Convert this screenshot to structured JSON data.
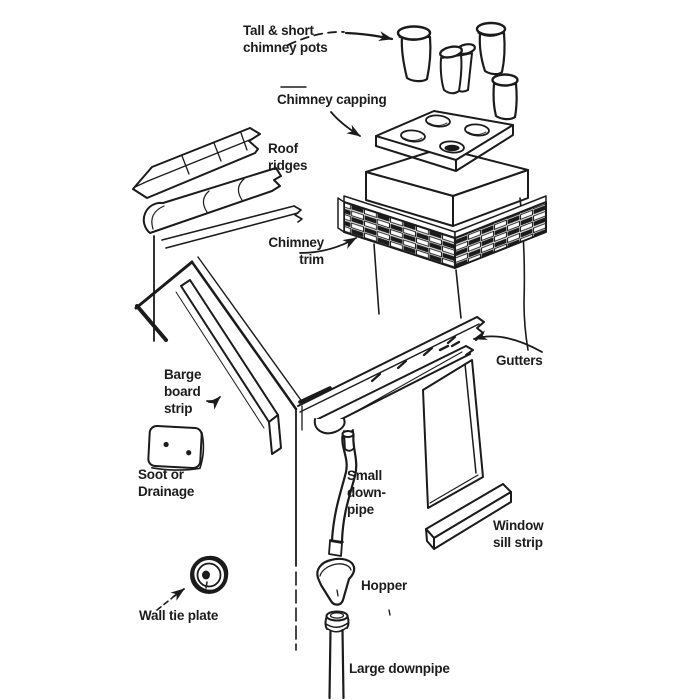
{
  "figure": {
    "labels": {
      "chimney_pots": "Tall & short\nchimney pots",
      "chimney_capping": "Chimney capping",
      "roof_ridges": "Roof\nridges",
      "chimney_trim": "Chimney\ntrim",
      "gutters": "Gutters",
      "barge_board": "Barge\nboard\nstrip",
      "soot": "Soot or\nDrainage",
      "small_downpipe": "Small\ndown-\npipe",
      "window_sill": "Window\nsill strip",
      "wall_tie": "Wall tie plate",
      "hopper": "Hopper",
      "large_downpipe": "Large downpipe"
    },
    "colors": {
      "ink": "#1b1b1b",
      "paper": "#ffffff"
    }
  }
}
